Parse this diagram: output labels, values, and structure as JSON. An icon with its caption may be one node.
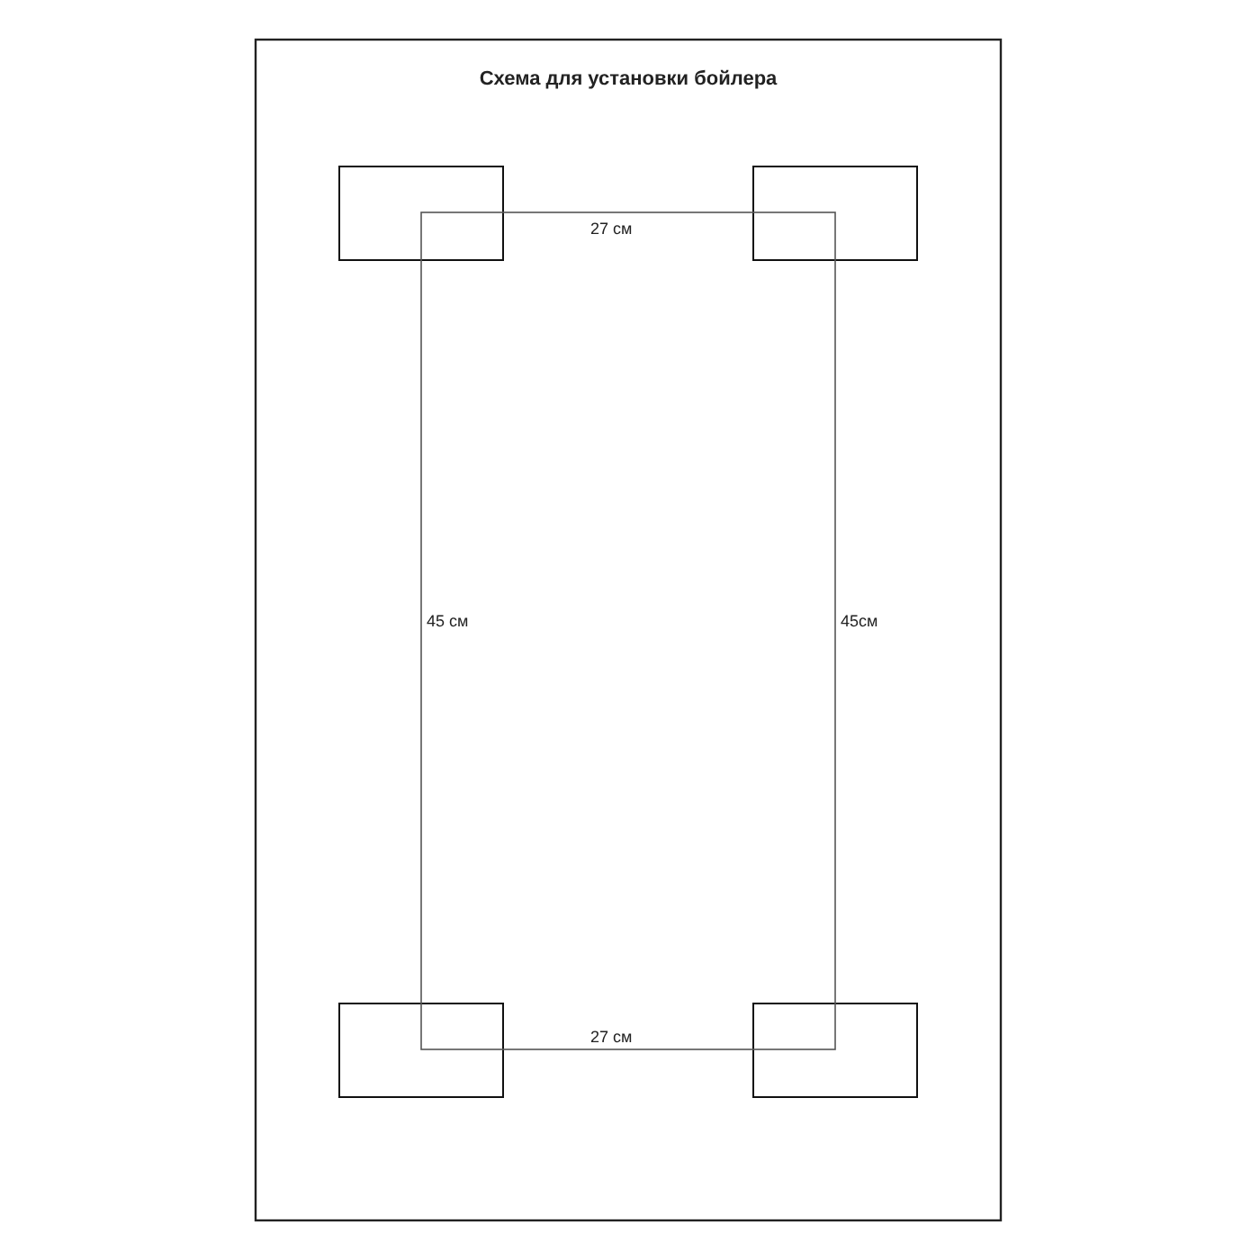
{
  "diagram": {
    "title": "Схема для установки бойлера",
    "nodes": [
      {
        "text": [],
        "shape": "box"
      },
      {
        "text": [],
        "shape": "box"
      },
      {
        "text": [],
        "shape": "box"
      },
      {
        "text": [],
        "shape": "box"
      }
    ],
    "labels": [
      "27 см",
      "45 см",
      "45см",
      "27 см"
    ]
  }
}
